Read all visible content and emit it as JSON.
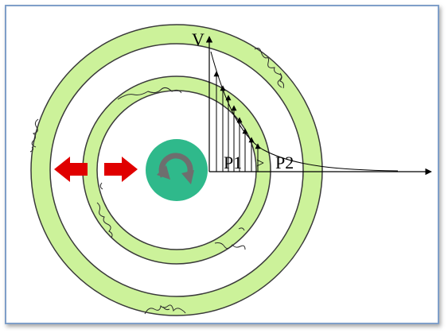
{
  "labels": {
    "v_axis": "V",
    "p1": "P1",
    "p2": "P2",
    "greater_than": ">"
  },
  "colors": {
    "ring_fill": "#ccf29a",
    "ring_stroke": "#3a3a3a",
    "core_fill": "#2fb98b",
    "rotation_arrow": "#6e6e6e",
    "push_arrow": "#e00000",
    "frame_border": "#7f9fc9"
  },
  "icons": {
    "rotation": "rotation-arrow-icon",
    "left_push": "left-arrow-icon",
    "right_push": "right-arrow-icon"
  }
}
